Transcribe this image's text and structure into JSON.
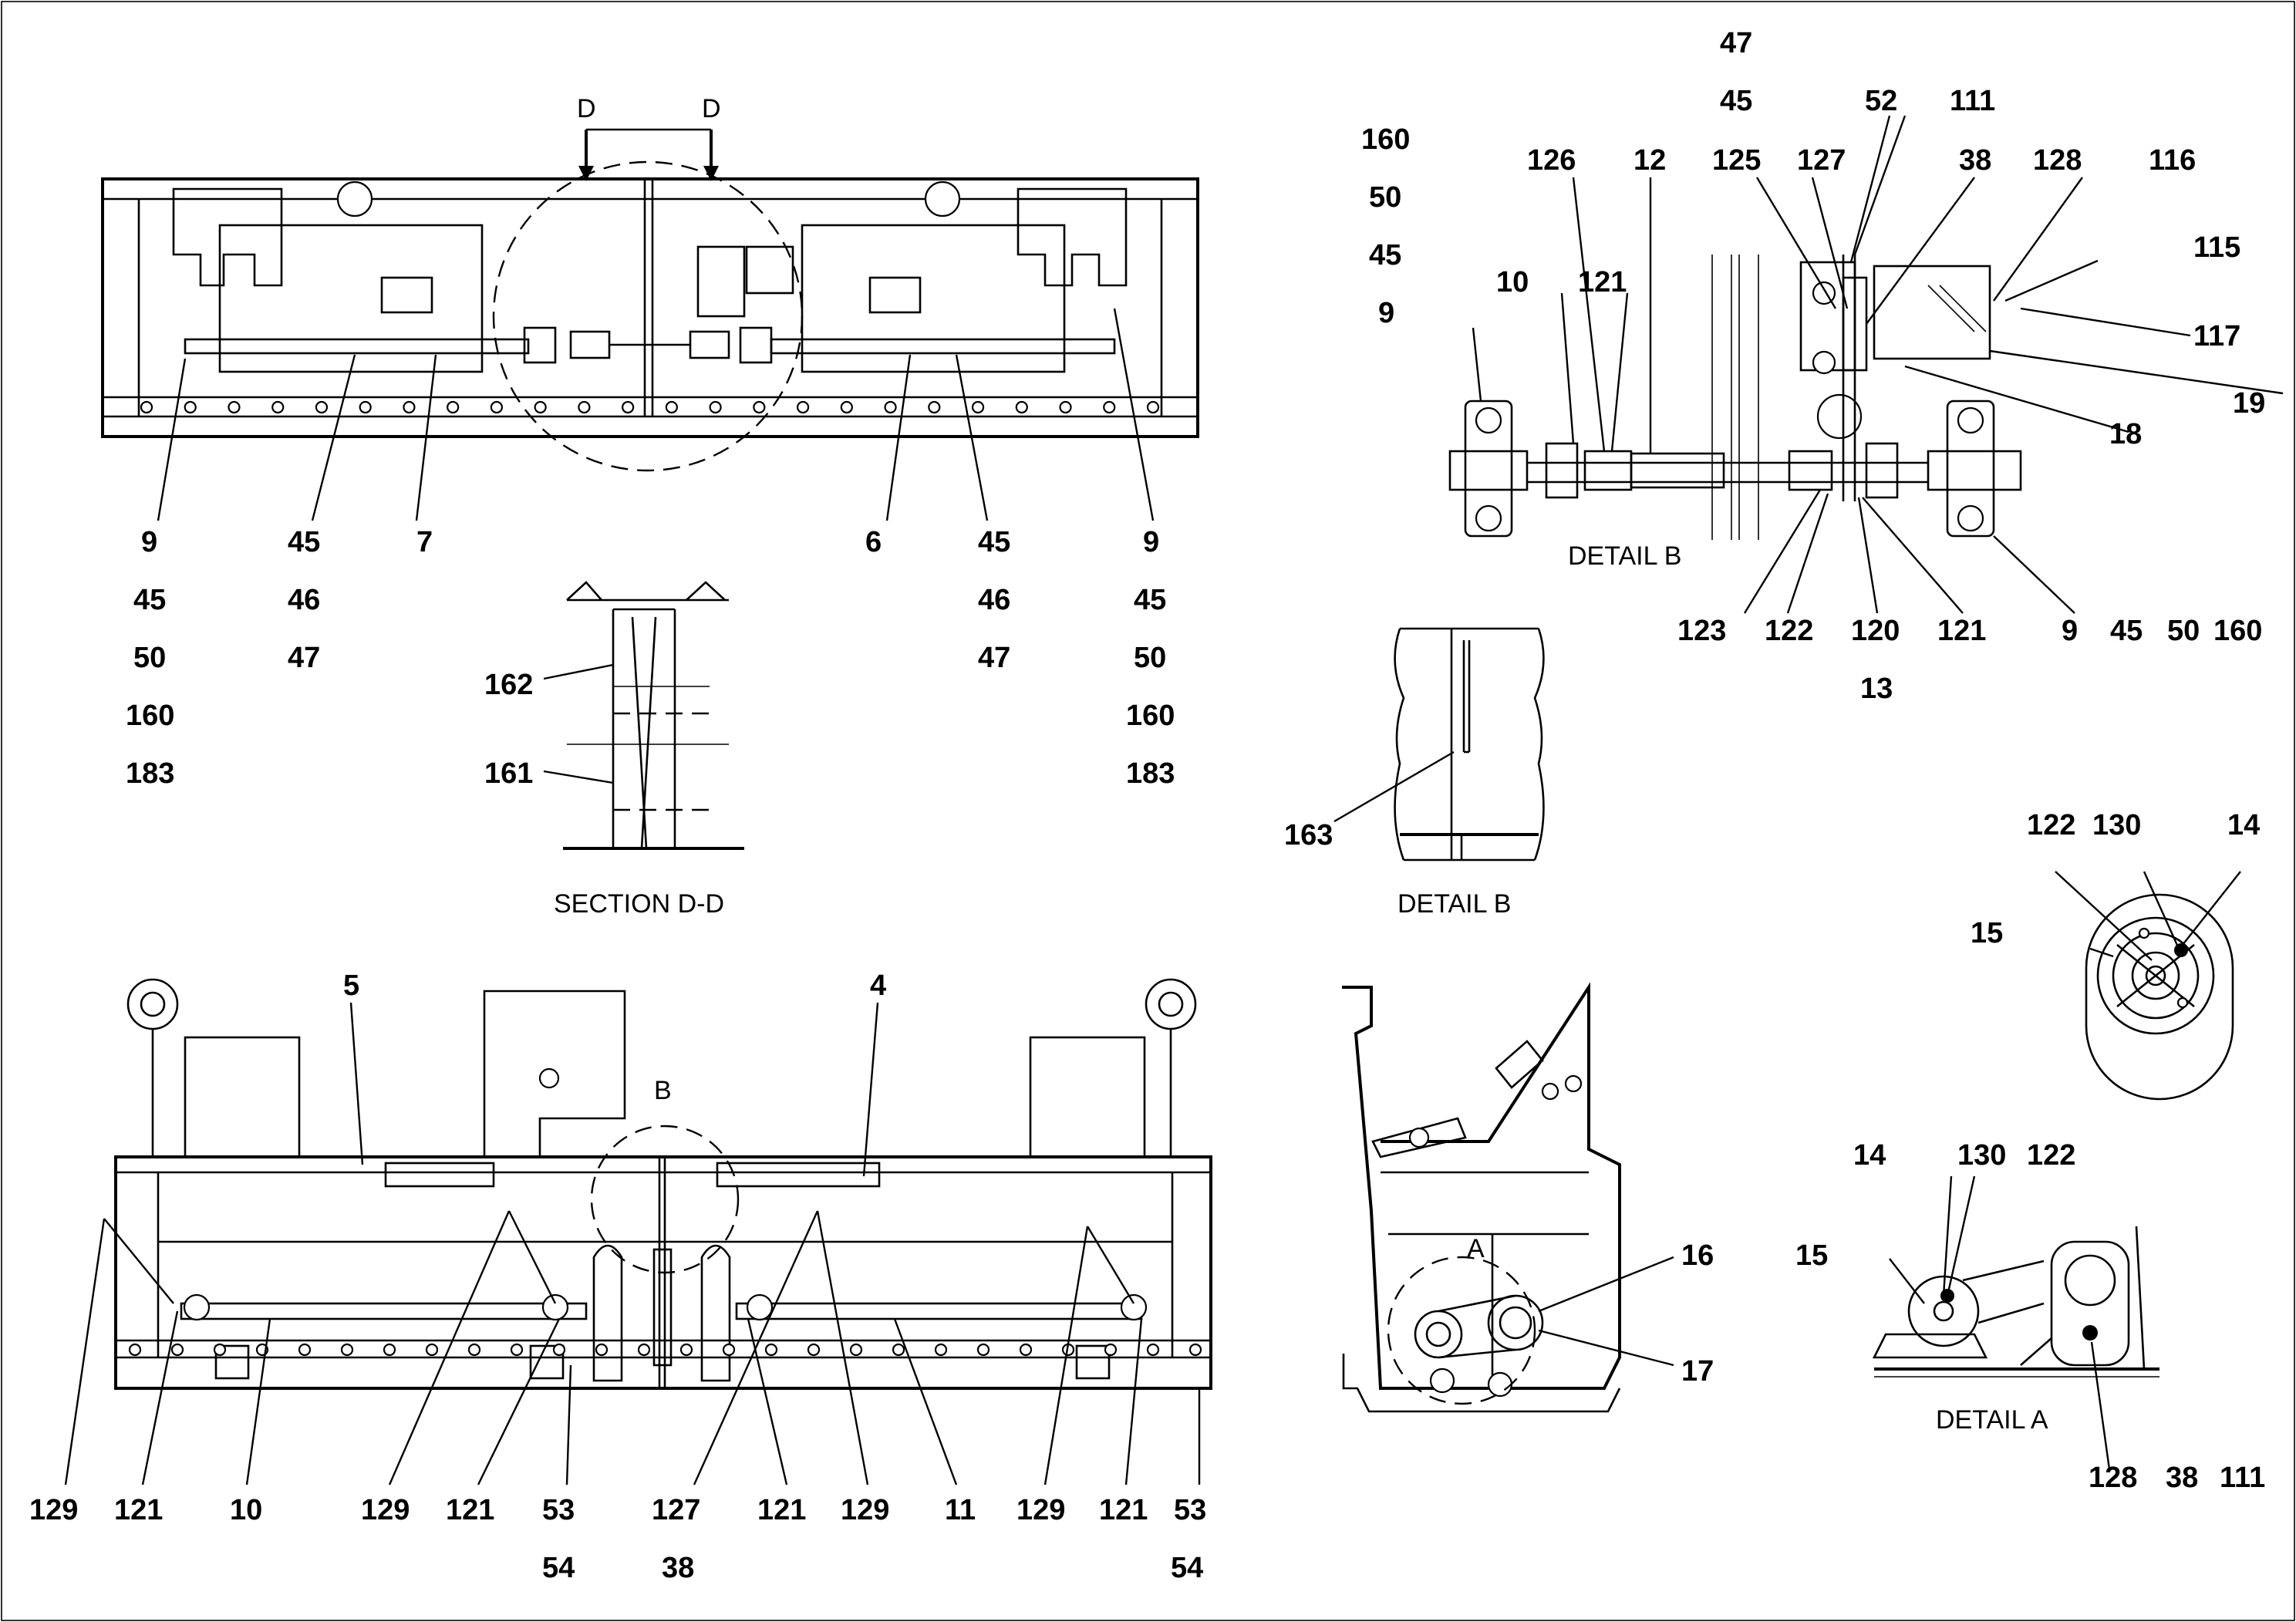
{
  "captions": {
    "section_dd": "SECTION D-D",
    "detail_b_1": "DETAIL B",
    "detail_b_2": "DETAIL B",
    "detail_a": "DETAIL A"
  },
  "section_markers": {
    "d_left": "D",
    "d_right": "D",
    "b_circle": "B",
    "a_circle": "A"
  },
  "callouts": {
    "top_view": [
      "9",
      "45",
      "7",
      "6",
      "45",
      "9"
    ],
    "top_view_left_stack": [
      "45",
      "50",
      "160",
      "183"
    ],
    "top_view_second_stack": [
      "46",
      "47"
    ],
    "top_view_third_stack": [
      "46",
      "47"
    ],
    "top_view_right_stack": [
      "45",
      "50",
      "160",
      "183"
    ],
    "section_dd": [
      "162",
      "161"
    ],
    "detail_b_left": [
      "160",
      "50",
      "45",
      "9"
    ],
    "detail_b_top": [
      "47",
      "45",
      "52",
      "111"
    ],
    "detail_b_row": [
      "126",
      "12",
      "125",
      "127",
      "38",
      "128",
      "116"
    ],
    "detail_b_right": [
      "115",
      "117",
      "19",
      "18"
    ],
    "detail_b_mid": [
      "10",
      "121"
    ],
    "detail_b_bottom": [
      "123",
      "122",
      "120",
      "121",
      "9",
      "45",
      "50",
      "160"
    ],
    "detail_b_bottom_2": "13",
    "detail_b_cut": "163",
    "end_view": [
      "122",
      "130",
      "14",
      "15"
    ],
    "front_view_top": [
      "5",
      "4"
    ],
    "front_view_bottom": [
      "129",
      "121",
      "10",
      "129",
      "121",
      "53",
      "127",
      "121",
      "129",
      "11",
      "129",
      "121",
      "53"
    ],
    "front_view_bottom_2": [
      "54",
      "38",
      "54"
    ],
    "side_view": [
      "16",
      "17"
    ],
    "detail_a": [
      "14",
      "130",
      "122",
      "15",
      "128",
      "38",
      "111"
    ]
  }
}
